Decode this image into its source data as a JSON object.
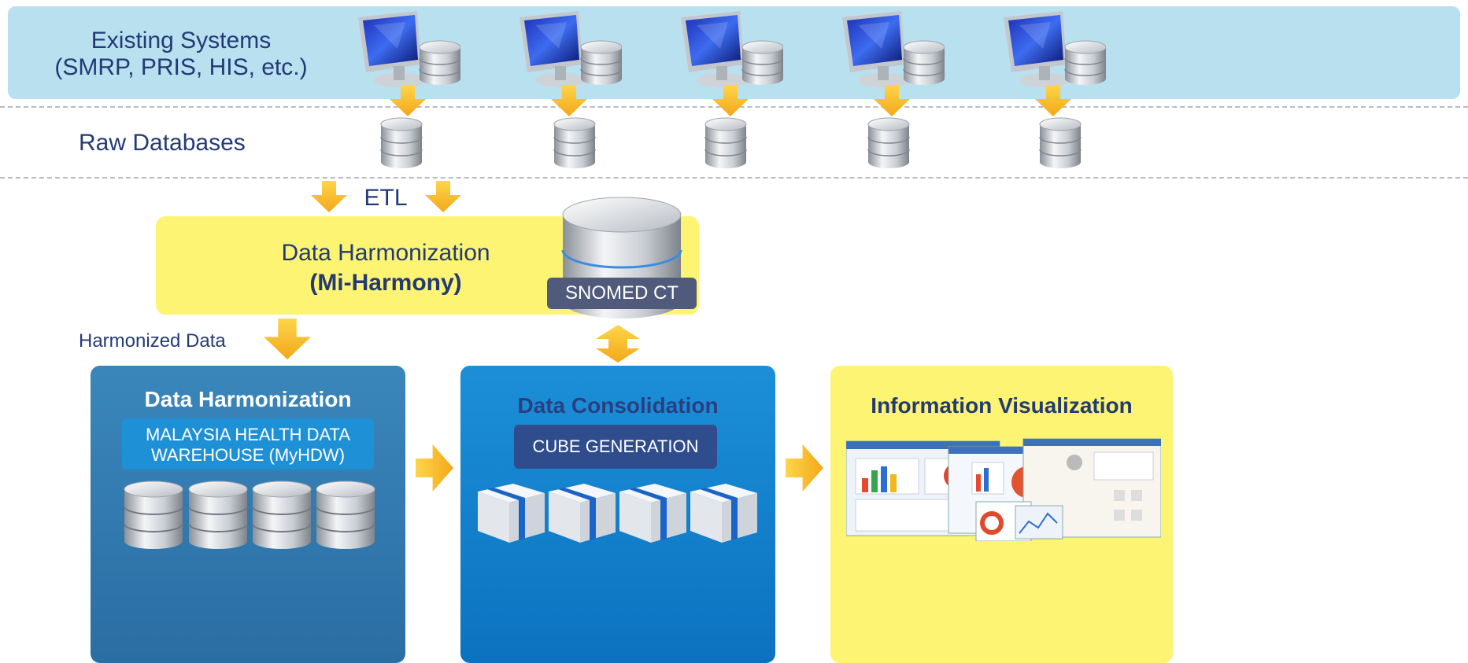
{
  "rows": {
    "existing_systems_line1": "Existing Systems",
    "existing_systems_line2": "(SMRP, PRIS, HIS, etc.)",
    "raw_databases": "Raw Databases",
    "etl": "ETL",
    "harmonized_data": "Harmonized Data"
  },
  "harmonization_box": {
    "title": "Data Harmonization",
    "subtitle": "(Mi-Harmony)",
    "snomed": "SNOMED CT"
  },
  "panels": {
    "harmonization": {
      "title": "Data Harmonization",
      "inner_line1": "MALAYSIA HEALTH DATA",
      "inner_line2": "WAREHOUSE (MyHDW)"
    },
    "consolidation": {
      "title": "Data Consolidation",
      "inner": "CUBE GENERATION"
    },
    "visualization": {
      "title": "Information Visualization"
    }
  },
  "colors": {
    "top_band": "#b8e0ef",
    "label_text": "#233a75",
    "arrow": "#f5b41f",
    "yellow_box": "#fcf472",
    "panel_blue_dark": "#2a6ea3",
    "panel_blue": "#0c72c0"
  }
}
